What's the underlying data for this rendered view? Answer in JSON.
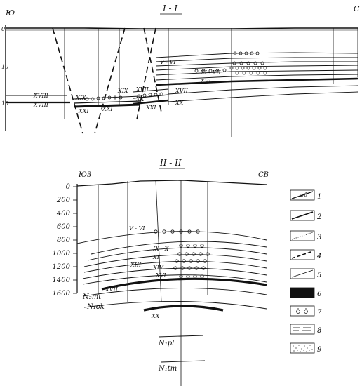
{
  "section1": {
    "title": "I - I",
    "left_dir": "Ю",
    "right_dir": "С",
    "depth_ticks": [
      "0",
      "10",
      "10"
    ],
    "labels": [
      "V - VI",
      "XI - XII",
      "XVI",
      "XVII",
      "XX",
      "XVIII",
      "XVIII",
      "XIX",
      "XIX",
      "XVII",
      "XX",
      "XXI",
      "XXI",
      "XXI"
    ]
  },
  "section2": {
    "title": "II - II",
    "left_dir": "ЮЗ",
    "right_dir": "СВ",
    "depth_ticks": [
      "0",
      "200",
      "400",
      "600",
      "800",
      "1000",
      "1200",
      "1400",
      "1600"
    ],
    "horizon_labels": [
      "V - VI",
      "IX - X",
      "XI",
      "XIII",
      "XIV",
      "XVI",
      "XVII",
      "XX"
    ],
    "formation_labels": [
      "N₂mt",
      "N₁ok",
      "N₁pl",
      "N₁tm"
    ]
  },
  "legend": {
    "items": [
      {
        "num": "1",
        "sub": "a/б",
        "symbol": "line-ab"
      },
      {
        "num": "2",
        "symbol": "solid-line"
      },
      {
        "num": "3",
        "symbol": "dotted-line"
      },
      {
        "num": "4",
        "symbol": "dashed-line"
      },
      {
        "num": "5",
        "symbol": "thin-line"
      },
      {
        "num": "6",
        "symbol": "black-fill"
      },
      {
        "num": "7",
        "symbol": "gas-symbol"
      },
      {
        "num": "8",
        "symbol": "hatch-dash"
      },
      {
        "num": "9",
        "symbol": "dot-fill"
      }
    ]
  },
  "colors": {
    "ink": "#111111",
    "paper": "#ffffff"
  }
}
